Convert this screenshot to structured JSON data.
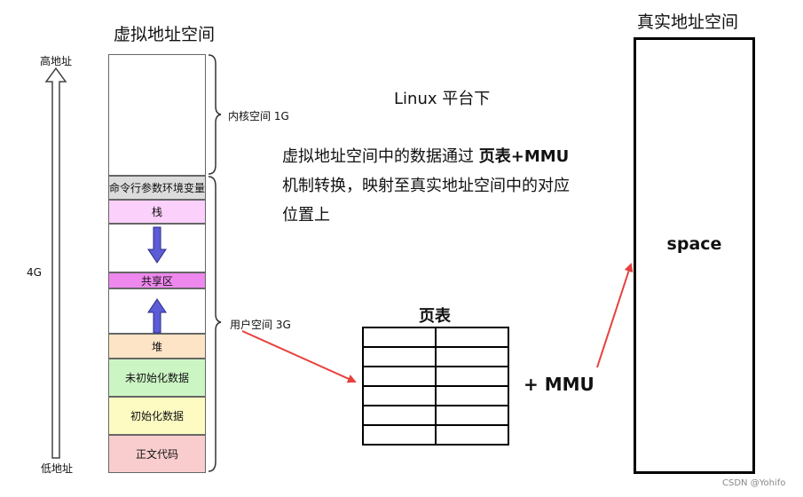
{
  "virtual_title": "虚拟地址空间",
  "real_title": "真实地址空间",
  "axis": {
    "high": "高地址",
    "low": "低地址",
    "size": "4G"
  },
  "segments": [
    {
      "label": "",
      "color": "#ffffff"
    },
    {
      "label": "命令行参数环境变量",
      "color": "#dcdcdc"
    },
    {
      "label": "栈",
      "color": "#fbd0fb"
    },
    {
      "label": "",
      "color": "#ffffff"
    },
    {
      "label": "共享区",
      "color": "#ee88ee"
    },
    {
      "label": "",
      "color": "#ffffff"
    },
    {
      "label": "堆",
      "color": "#fde4c6"
    },
    {
      "label": "未初始化数据",
      "color": "#ccf5c4"
    },
    {
      "label": "初始化数据",
      "color": "#fdfbc2"
    },
    {
      "label": "正文代码",
      "color": "#f9cdcd"
    }
  ],
  "kernel_label": "内核空间 1G",
  "user_label": "用户空间 3G",
  "linux_label": "Linux 平台下",
  "description": {
    "line1_plain": "虚拟地址空间中的数据通过 ",
    "line1_bold": "页表+MMU",
    "line2": "机制转换，映射至真实地址空间中的对应",
    "line3": "位置上"
  },
  "page_table": {
    "title": "页表",
    "rows": 6,
    "cols": 2
  },
  "mmu_label": "+  MMU",
  "space_label": "space",
  "watermark": "CSDN @Yohifo",
  "colors": {
    "arrow_blue": "#5c5cd6",
    "arrow_red": "#e8403c"
  }
}
